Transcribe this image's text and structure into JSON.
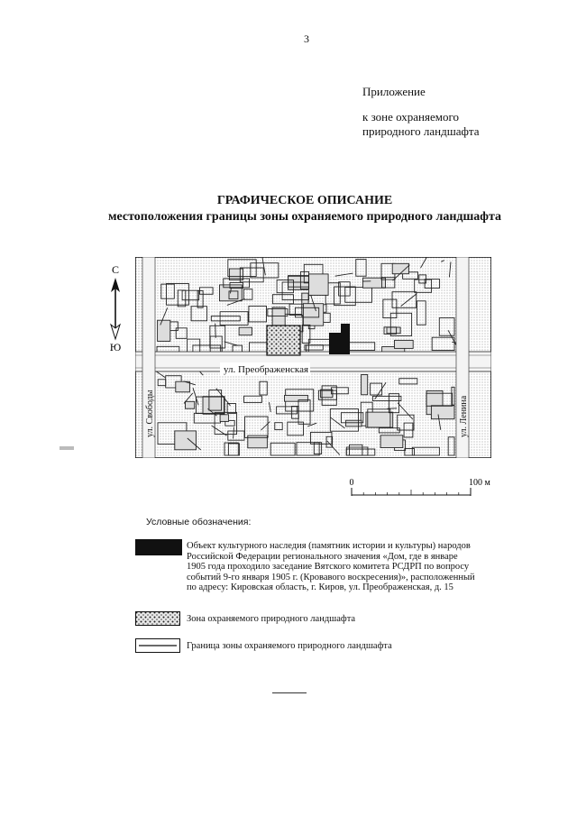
{
  "page_number": "3",
  "header": {
    "appendix": "Приложение",
    "appendix_to_line1": "к зоне охраняемого",
    "appendix_to_line2": "природного ландшафта"
  },
  "title": {
    "line1": "ГРАФИЧЕСКОЕ ОПИСАНИЕ",
    "line2": "местоположения границы зоны охраняемого природного ландшафта"
  },
  "map": {
    "street_preobrazhenskaya": "ул. Преображенская",
    "street_svobody": "ул. Свободы",
    "street_lenina": "ул. Ленина"
  },
  "compass": {
    "north": "С",
    "south": "Ю"
  },
  "scale": {
    "start_label": "0",
    "end_label": "100 м"
  },
  "legend": {
    "title": "Условные обозначения:",
    "items": [
      {
        "line1": "Объект культурного наследия (памятник истории и культуры) народов",
        "line2": "Российской Федерации регионального значения «Дом, где в январе",
        "line3": "1905 года проходило заседание Вятского комитета РСДРП по вопросу",
        "line4": "событий 9-го января 1905 г. (Кровавого воскресения)», расположенный",
        "line5": "по адресу: Кировская область, г. Киров, ул. Преображенская, д. 15"
      },
      {
        "text": "Зона охраняемого природного ландшафта"
      },
      {
        "text": "Граница зоны охраняемого природного ландшафта"
      }
    ]
  }
}
